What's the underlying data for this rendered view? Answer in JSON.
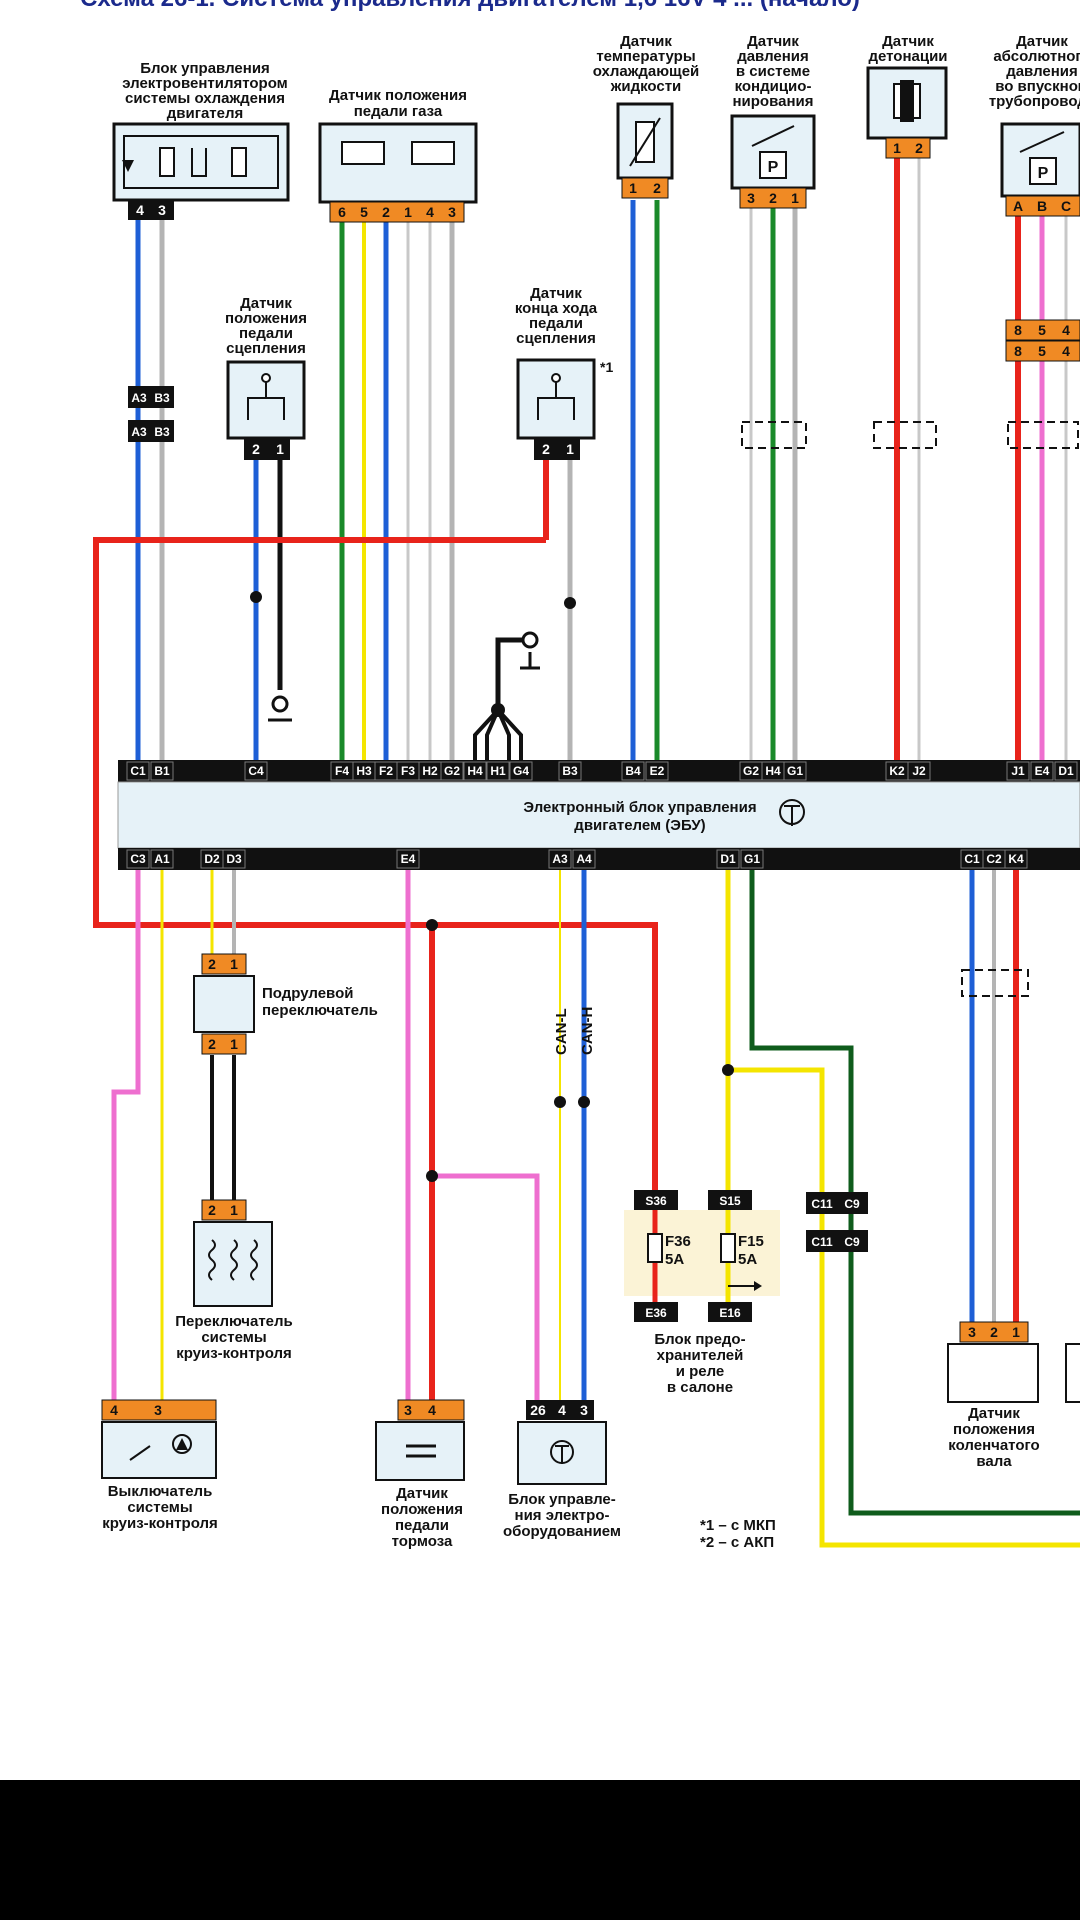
{
  "title": "Схема 26-1. Система управления двигателем 1,6 16V 4 ... (начало)",
  "components": {
    "fan_block": [
      "Блок управления",
      "электровентилятором",
      "системы охлаждения",
      "двигателя"
    ],
    "accel_pedal": [
      "Датчик положения",
      "педали газа"
    ],
    "coolant_temp": [
      "Датчик",
      "температуры",
      "охлаждающей",
      "жидкости"
    ],
    "ac_pressure": [
      "Датчик",
      "давления",
      "в системе",
      "кондицио-",
      "нирования"
    ],
    "knock": [
      "Датчик",
      "детонации"
    ],
    "map_sensor": [
      "Датчик",
      "абсолютного",
      "давления",
      "во впускном",
      "трубопроводе"
    ],
    "clutch_pos": [
      "Датчик",
      "положения",
      "педали",
      "сцепления"
    ],
    "clutch_end": [
      "Датчик",
      "конца хода",
      "педали",
      "сцепления"
    ],
    "clutch_end_mark": "*1",
    "steer_switch": [
      "Подрулевой",
      "переключатель"
    ],
    "cruise_switch": [
      "Переключатель",
      "системы",
      "круиз-контроля"
    ],
    "cruise_off": [
      "Выключатель",
      "системы",
      "круиз-контроля"
    ],
    "brake_pos": [
      "Датчик",
      "положения",
      "педали",
      "тормоза"
    ],
    "body_ecu": [
      "Блок управле-",
      "ния электро-",
      "оборудованием"
    ],
    "fuse_box": [
      "Блок предо-",
      "хранителей",
      "и реле",
      "в салоне"
    ],
    "crank": [
      "Датчик",
      "положения",
      "коленчатого",
      "вала"
    ]
  },
  "ecu": {
    "title": [
      "Электронный блок управления",
      "двигателем (ЭБУ)"
    ]
  },
  "pins": {
    "fan": [
      "4",
      "3"
    ],
    "accel": [
      "6",
      "5",
      "2",
      "1",
      "4",
      "3"
    ],
    "coolant": [
      "1",
      "2"
    ],
    "ac": [
      "3",
      "2",
      "1"
    ],
    "knock": [
      "1",
      "2"
    ],
    "map": [
      "A",
      "B",
      "C"
    ],
    "map_conn1": [
      "8",
      "5",
      "4"
    ],
    "map_conn2": [
      "8",
      "5",
      "4"
    ],
    "clutch_pos": [
      "2",
      "1"
    ],
    "clutch_end": [
      "2",
      "1"
    ],
    "conn_a3b3_1": [
      "A3",
      "B3"
    ],
    "conn_a3b3_2": [
      "A3",
      "B3"
    ],
    "steer_top": [
      "2",
      "1"
    ],
    "steer_bottom": [
      "2",
      "1"
    ],
    "cruise_sw": [
      "2",
      "1"
    ],
    "cruise_off": [
      "4",
      "3"
    ],
    "brake": [
      "3",
      "4"
    ],
    "body_ecu": [
      "26",
      "4",
      "3"
    ],
    "crank": [
      "3",
      "2",
      "1"
    ]
  },
  "ecu_top_terminals": [
    "C1",
    "B1",
    "C4",
    "F4",
    "H3",
    "F2",
    "F3",
    "H2",
    "G2",
    "H4",
    "H1",
    "G4",
    "B3",
    "B4",
    "E2",
    "G2",
    "H4",
    "G1",
    "K2",
    "J2",
    "J1",
    "E4",
    "D1"
  ],
  "ecu_bottom_terminals": [
    "C3",
    "A1",
    "D2",
    "D3",
    "E4",
    "A3",
    "A4",
    "D1",
    "G1",
    "C1",
    "C2",
    "K4"
  ],
  "can_labels": [
    "CAN-L",
    "CAN-H"
  ],
  "fuses": {
    "s36": "S36",
    "s15": "S15",
    "e36": "E36",
    "e16": "E16",
    "f36": [
      "F36",
      "5A"
    ],
    "f15": [
      "F15",
      "5A"
    ]
  },
  "c_connectors": [
    "C11",
    "C9",
    "C11",
    "C9"
  ],
  "footnotes": [
    "*1 – с МКП",
    "*2 – с АКП"
  ],
  "colors": {
    "red": "#e8231b",
    "blue": "#1e5fd6",
    "green": "#1a8a2a",
    "dark_green": "#0f5c1c",
    "yellow": "#f4e500",
    "pink": "#ee6fcf",
    "black": "#111111",
    "gray": "#b4b4b4",
    "orange_pin": "#f08a24",
    "ecu_fill": "#e6f2f8",
    "fuse_area": "#fbf3d6"
  }
}
